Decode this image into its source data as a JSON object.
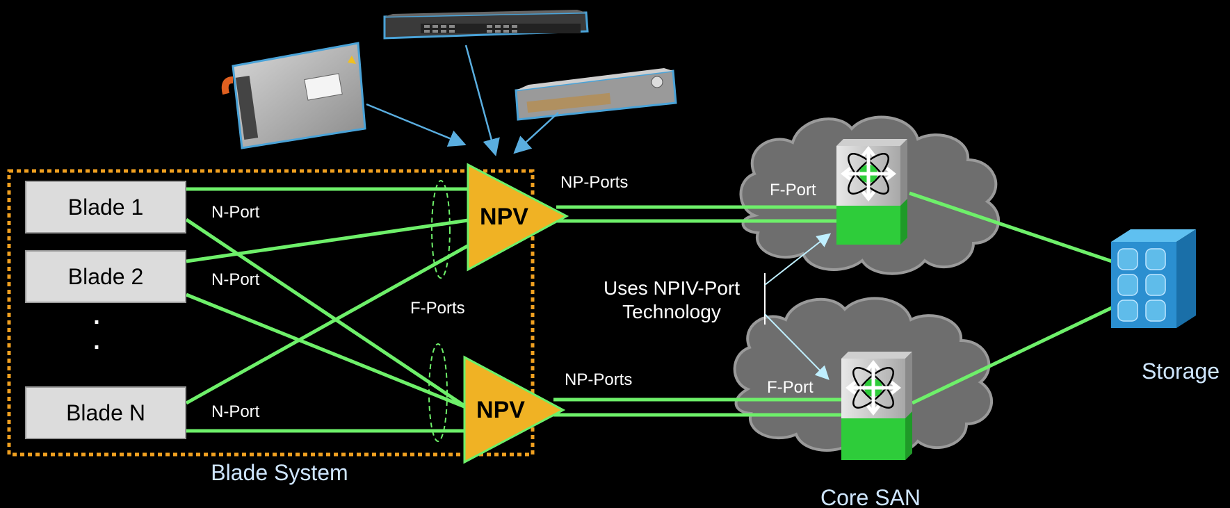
{
  "labels": {
    "blade1": "Blade 1",
    "blade2": "Blade 2",
    "bladeN": "Blade N",
    "ellipsis": ".",
    "n_port_1": "N-Port",
    "n_port_2": "N-Port",
    "n_port_3": "N-Port",
    "f_ports": "F-Ports",
    "npv_top": "NPV",
    "npv_bottom": "NPV",
    "np_ports_top": "NP-Ports",
    "np_ports_bottom": "NP-Ports",
    "f_port_top": "F-Port",
    "f_port_bottom": "F-Port",
    "npiv_line1": "Uses NPIV-Port",
    "npiv_line2": "Technology",
    "blade_system": "Blade System",
    "core_san": "Core SAN",
    "storage": "Storage"
  },
  "colors": {
    "link_green": "#6ef06a",
    "npv_orange": "#f0b224",
    "dotted_border": "#f0a020",
    "blade_box": "#dcdcdc",
    "cloud": "#6e6e6e",
    "switch_green": "#2ecc3a",
    "storage_blue": "#2b8fd0",
    "arrow_blue": "#5aaee0"
  }
}
